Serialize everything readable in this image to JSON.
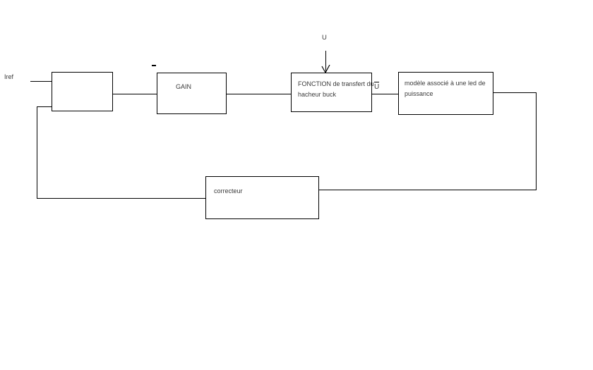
{
  "background": "#ffffff",
  "stroke_color": "#000000",
  "text_color": "#3a3a3a",
  "labels": {
    "iref": "Iref",
    "u_input": "U",
    "u_bar": "U",
    "plus": "+",
    "minus": "−",
    "minus_above_gain": "-",
    "dot": "·"
  },
  "blocks": {
    "gain": {
      "title": "GAIN"
    },
    "buck": {
      "line1": "FONCTION de transfert du",
      "line2": "hacheur buck"
    },
    "led": {
      "line1": "modèle associé à une led de",
      "line2": "puissance"
    },
    "corrector": {
      "title": "correcteur"
    }
  }
}
